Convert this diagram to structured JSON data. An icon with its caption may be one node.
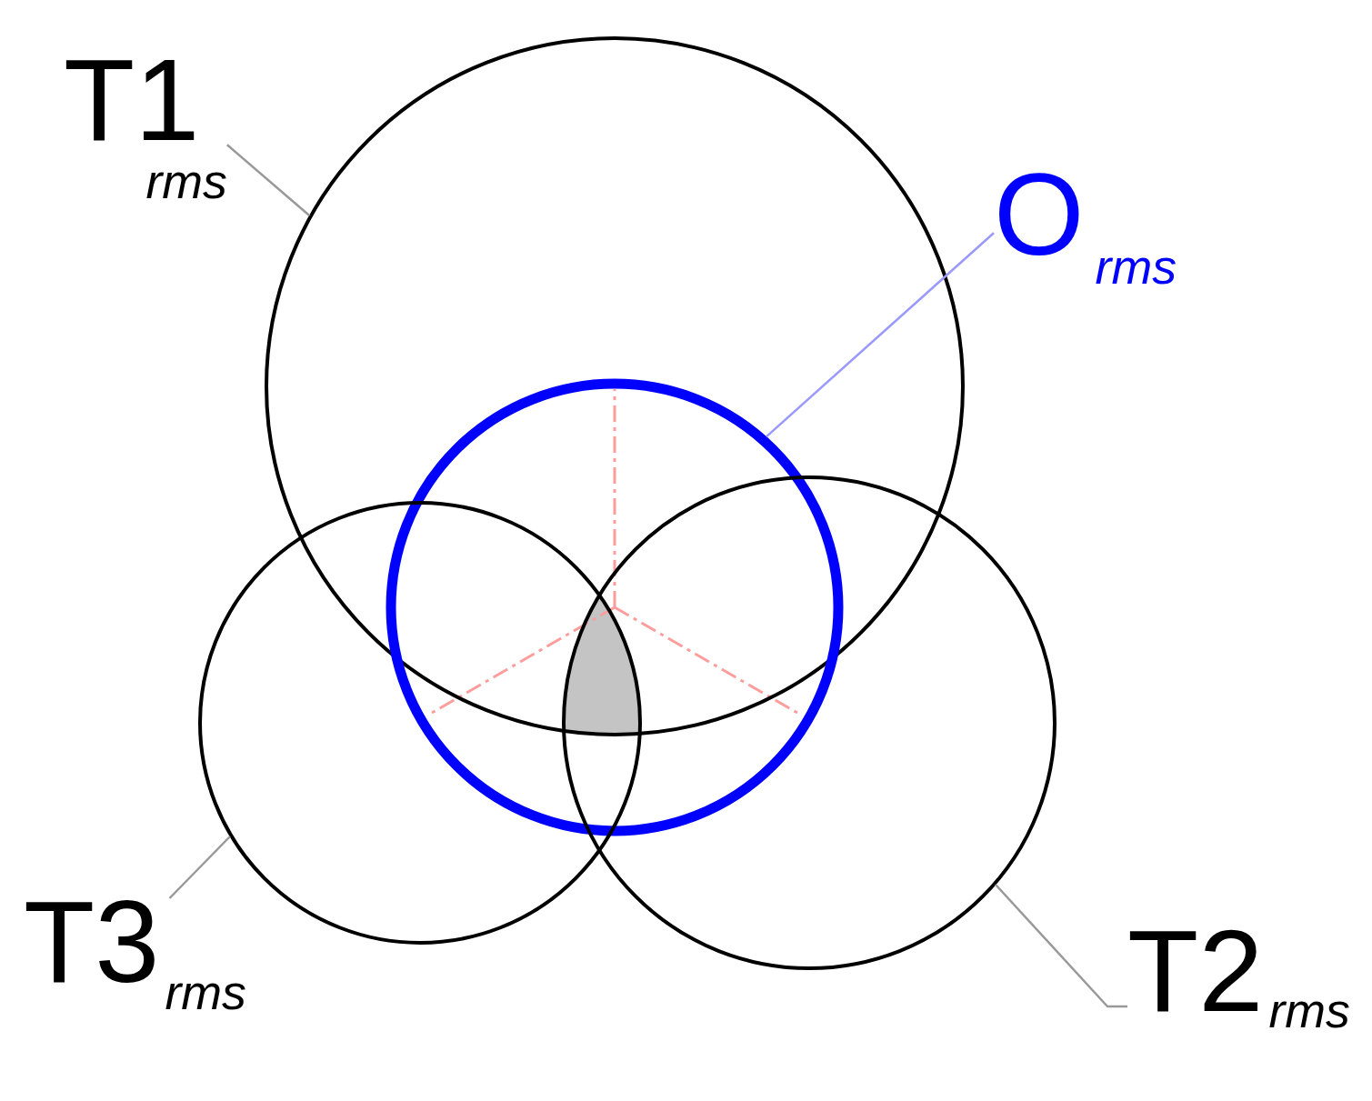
{
  "diagram": {
    "nodes": [
      {
        "text": [
          "T1$_{rms}$"
        ]
      },
      {
        "text": [
          "O$_{rms}$"
        ]
      },
      {
        "text": [
          "T3$_{rms}$"
        ]
      },
      {
        "text": [
          "T2$_{rms}$"
        ]
      },
      {
        "text": [],
        "shape": "circle"
      },
      {
        "text": [],
        "shape": "circle"
      },
      {
        "text": [],
        "shape": "circle"
      },
      {
        "text": [],
        "shape": "circle"
      },
      {
        "text": [],
        "shape": "lens"
      }
    ],
    "edges": [
      {
        "from": 0,
        "to": 4,
        "arrow": "none"
      },
      {
        "from": 1,
        "to": 5,
        "arrow": "none",
        "color": "#9999ff"
      },
      {
        "from": 2,
        "to": 7,
        "arrow": "none"
      },
      {
        "from": 3,
        "to": 6,
        "arrow": "none"
      }
    ]
  }
}
